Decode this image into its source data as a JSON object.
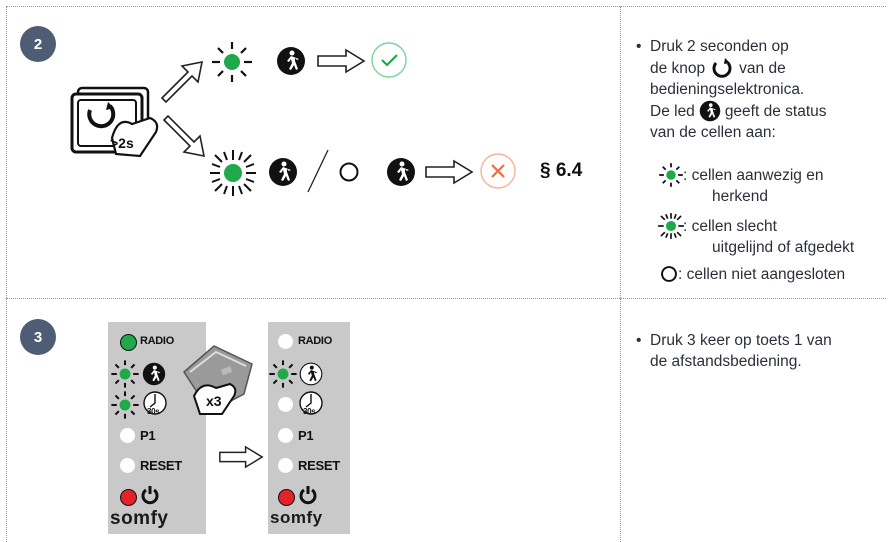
{
  "steps": [
    {
      "number": "2",
      "button_badge": ">2s",
      "section_ref": "§ 6.4",
      "instruction": {
        "line1": "Druk 2 seconden op",
        "line2_pre": "de knop",
        "line2_post": "van de",
        "line3": "bedieningselektronica.",
        "line4_pre": "De led",
        "line4_post": "geeft de status",
        "line5": "van de cellen aan:"
      },
      "legend": [
        {
          "icon": "led-blinking-slow-icon",
          "text1": ": cellen aanwezig en",
          "text2": "herkend"
        },
        {
          "icon": "led-blinking-fast-icon",
          "text1": ": cellen slecht",
          "text2": "uitgelijnd of afgedekt"
        },
        {
          "icon": "led-off-icon",
          "text1": ": cellen niet aangesloten",
          "text2": ""
        }
      ]
    },
    {
      "number": "3",
      "remote_badge": "x3",
      "instruction": {
        "line1": "Druk 3 keer op toets 1 van",
        "line2": "de afstandsbediening."
      },
      "panel_labels": {
        "radio": "RADIO",
        "timer": "30s",
        "p1": "P1",
        "reset": "RESET",
        "brand": "somfy"
      }
    }
  ],
  "colors": {
    "badge": "#4f5d74",
    "led_green": "#20a94a",
    "led_red": "#e4222a",
    "ok_green": "#7bd39a",
    "error_orange": "#f28a5c",
    "panel_grey": "#c9c9c9"
  }
}
